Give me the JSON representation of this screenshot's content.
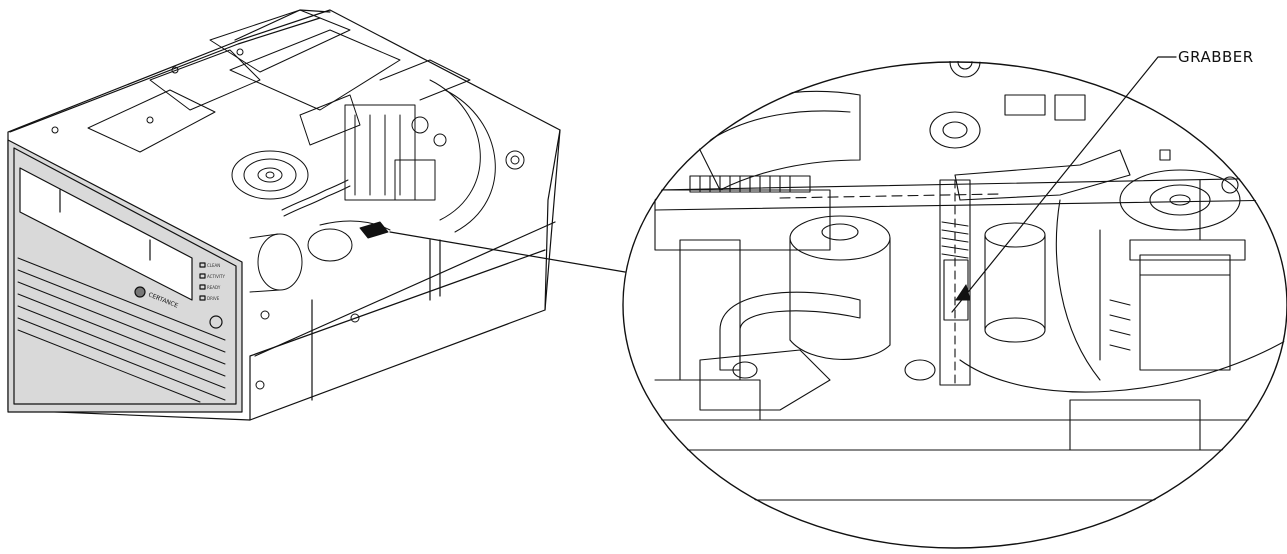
{
  "callout": {
    "label": "GRABBER"
  },
  "drive": {
    "brand": "CERTANCE",
    "led_labels": [
      "CLEAN",
      "ACTIVITY",
      "READY",
      "DRIVE"
    ]
  },
  "colors": {
    "ink": "#111111",
    "panel": "#d9d9d9",
    "background": "#ffffff"
  }
}
